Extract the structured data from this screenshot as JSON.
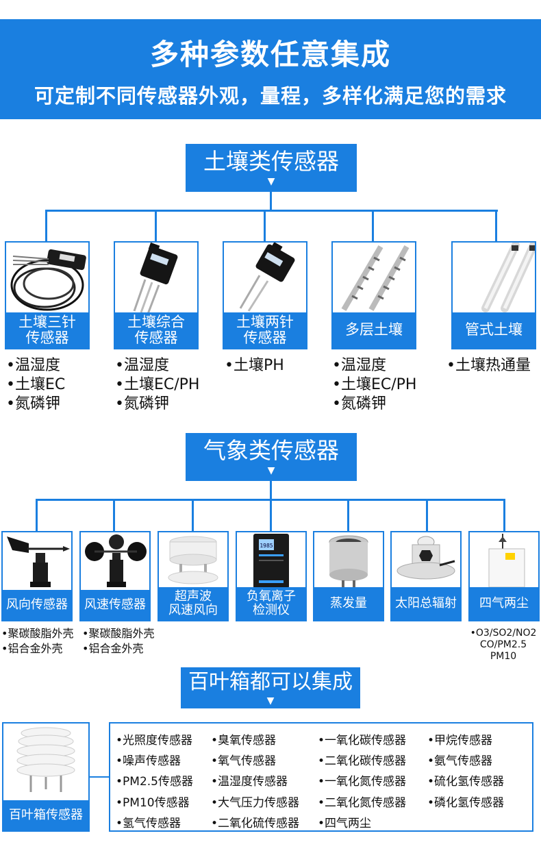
{
  "banner": {
    "title": "多种参数任意集成",
    "subtitle": "可定制不同传感器外观，量程，多样化满足您的需求"
  },
  "soil": {
    "title": "土壤类传感器",
    "arrow": "▼",
    "items": [
      {
        "name": "土壤三针\n传感器",
        "bullets": [
          "•温湿度",
          "•土壤EC",
          "•氮磷钾"
        ]
      },
      {
        "name": "土壤综合\n传感器",
        "bullets": [
          "•温湿度",
          "•土壤EC/PH",
          "•氮磷钾"
        ]
      },
      {
        "name": "土壤两针\n传感器",
        "bullets": [
          "•土壤PH"
        ]
      },
      {
        "name": "多层土壤",
        "bullets": [
          "•温湿度",
          "•土壤EC/PH",
          "•氮磷钾"
        ]
      },
      {
        "name": "管式土壤",
        "bullets": [
          "•土壤热通量"
        ]
      }
    ]
  },
  "weather": {
    "title": "气象类传感器",
    "arrow": "▼",
    "items": [
      {
        "name": "风向传感器",
        "bullets": [
          "•聚碳酸脂外壳",
          "•铝合金外壳"
        ]
      },
      {
        "name": "风速传感器",
        "bullets": [
          "•聚碳酸脂外壳",
          "•铝合金外壳"
        ]
      },
      {
        "name": "超声波\n风速风向",
        "bullets": []
      },
      {
        "name": "负氧离子\n检测仪",
        "bullets": []
      },
      {
        "name": "蒸发量",
        "bullets": []
      },
      {
        "name": "太阳总辐射",
        "bullets": []
      },
      {
        "name": "四气两尘",
        "bullets": [
          "•O3/SO2/NO2",
          "CO/PM2.5",
          "PM10"
        ]
      }
    ]
  },
  "louver": {
    "title": "百叶箱都可以集成",
    "arrow": "▼",
    "box_name": "百叶箱传感器",
    "list": [
      "•光照度传感器",
      "•臭氧传感器",
      "•一氧化碳传感器",
      "•甲烷传感器",
      "•噪声传感器",
      "•氧气传感器",
      "•二氧化碳传感器",
      "•氨气传感器",
      "•PM2.5传感器",
      "•温湿度传感器",
      "•一氧化氮传感器",
      "•硫化氢传感器",
      "•PM10传感器",
      "•大气压力传感器",
      "•二氧化氮传感器",
      "•磷化氢传感器",
      "•氢气传感器",
      "•二氧化硫传感器",
      "•四气两尘"
    ]
  },
  "device_screen": "1985",
  "colors": {
    "brand_blue": "#1a7fe0"
  }
}
